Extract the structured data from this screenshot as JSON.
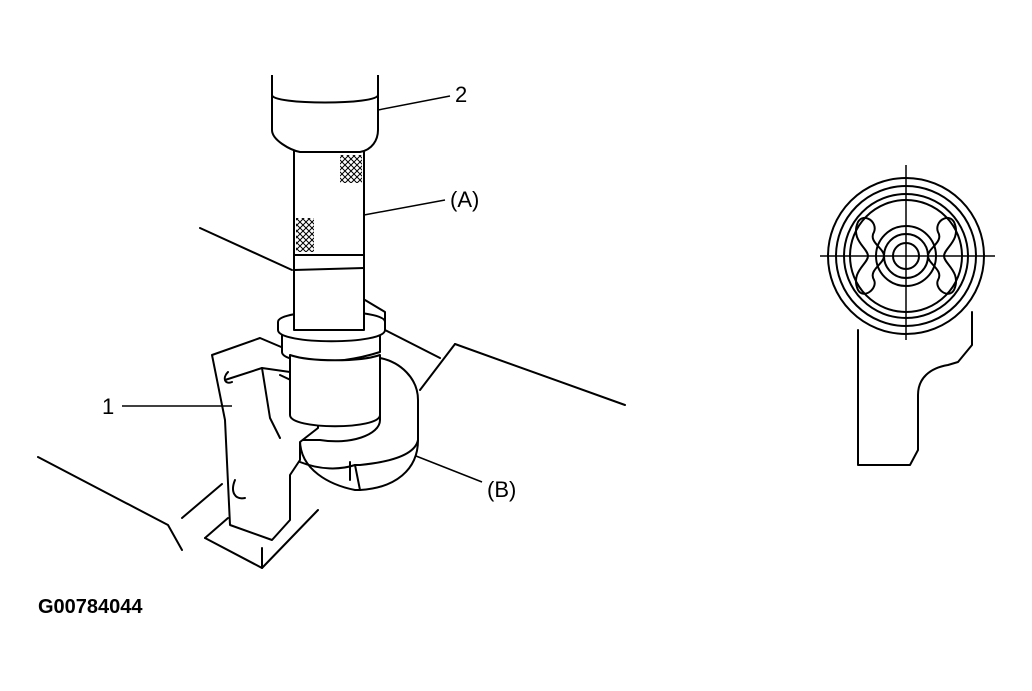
{
  "callouts": {
    "part_1": "1",
    "part_2": "2",
    "point_a": "(A)",
    "point_b": "(B)"
  },
  "figure_code": "G00784044"
}
